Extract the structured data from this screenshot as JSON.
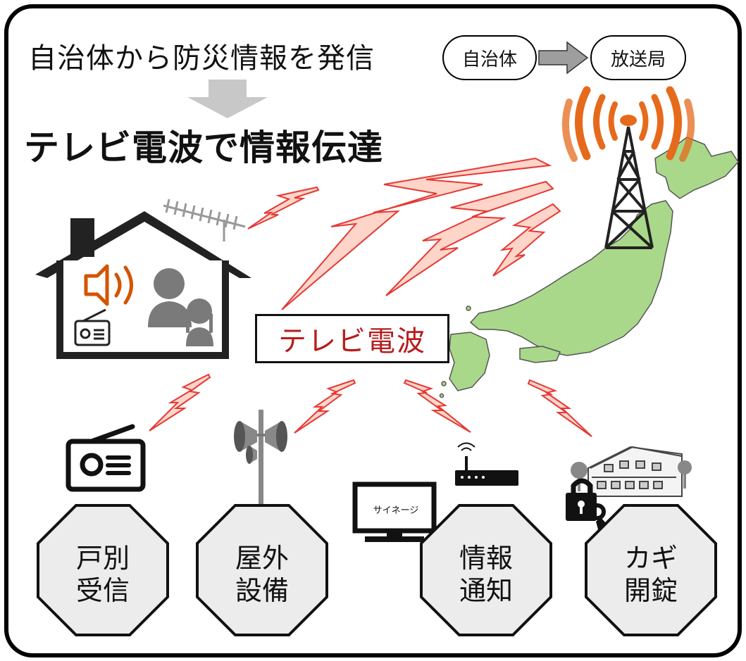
{
  "headline": "自治体から防災情報を発信",
  "subheadline": "テレビ電波で情報伝達",
  "flow": {
    "from": "自治体",
    "to": "放送局"
  },
  "center_label": "テレビ電波",
  "signage_label": "サイネージ",
  "endpoints": [
    {
      "line1": "戸別",
      "line2": "受信"
    },
    {
      "line1": "屋外",
      "line2": "設備"
    },
    {
      "line1": "情報",
      "line2": "通知"
    },
    {
      "line1": "カギ",
      "line2": "開錠"
    }
  ],
  "colors": {
    "signal_stroke": "#e53935",
    "signal_fill": "#ffd5c9",
    "broadcast_waves": "#e66a1c",
    "speaker_icon": "#d35400",
    "map_fill": "#a9d88a",
    "octagon_fill": "#ececec",
    "center_label_text": "#b71c1c"
  },
  "icons": [
    "house-icon",
    "antenna-icon",
    "speaker-icon",
    "radio-icon",
    "family-icon",
    "broadcast-tower-icon",
    "japan-map-icon",
    "loudspeaker-pole-icon",
    "monitor-icon",
    "router-icon",
    "building-icon",
    "padlock-icon",
    "key-icon",
    "down-arrow-icon",
    "right-arrow-icon"
  ]
}
